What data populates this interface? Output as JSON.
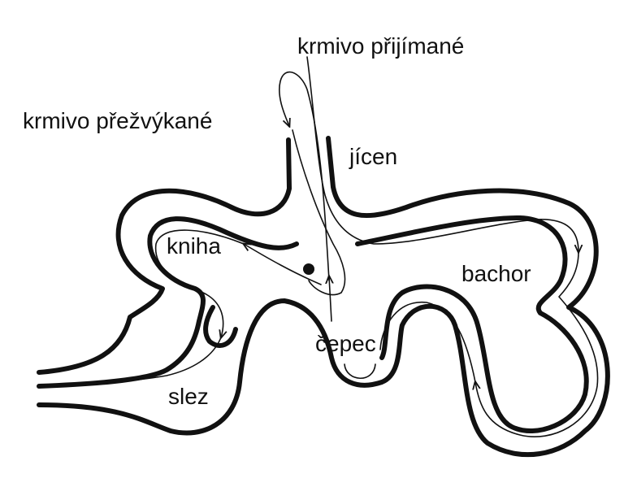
{
  "labels": {
    "ingested_feed": "krmivo přijímané",
    "ruminated_feed": "krmivo přežvýkané",
    "esophagus": "jícen",
    "omasum": "kniha",
    "rumen": "bachor",
    "reticulum": "čepec",
    "abomasum": "slez"
  },
  "colors": {
    "ink": "#111111",
    "background": "#ffffff"
  }
}
